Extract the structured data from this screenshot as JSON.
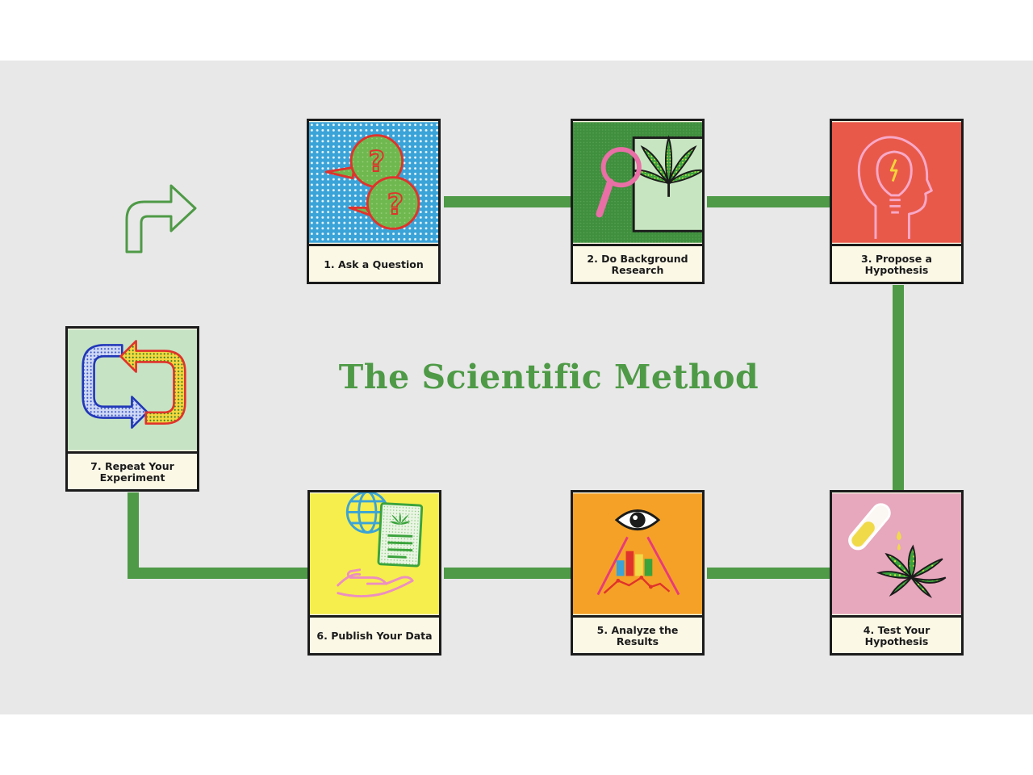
{
  "title": "The Scientific Method",
  "colors": {
    "accent_green": "#4e9a46",
    "background": "#e8e8e8",
    "card_label_bg": "#fbf8e6"
  },
  "steps": [
    {
      "label": "1. Ask a Question",
      "icon": "speech-bubbles-question-icon",
      "bg": "#3aa3d8"
    },
    {
      "label": "2. Do Background Research",
      "icon": "magnifier-leaf-icon",
      "bg": "#3f8f3e"
    },
    {
      "label": "3. Propose a Hypothesis",
      "icon": "head-lightbulb-icon",
      "bg": "#e9594a"
    },
    {
      "label": "4. Test Your Hypothesis",
      "icon": "test-tube-leaf-icon",
      "bg": "#e7a7bd"
    },
    {
      "label": "5. Analyze the Results",
      "icon": "eye-chart-icon",
      "bg": "#f5a127"
    },
    {
      "label": "6. Publish Your Data",
      "icon": "hand-globe-document-icon",
      "bg": "#f6ee4c"
    },
    {
      "label": "7. Repeat Your Experiment",
      "icon": "repeat-arrows-icon",
      "bg": "#c6e3c4"
    }
  ],
  "start_icon": "start-arrow-icon"
}
